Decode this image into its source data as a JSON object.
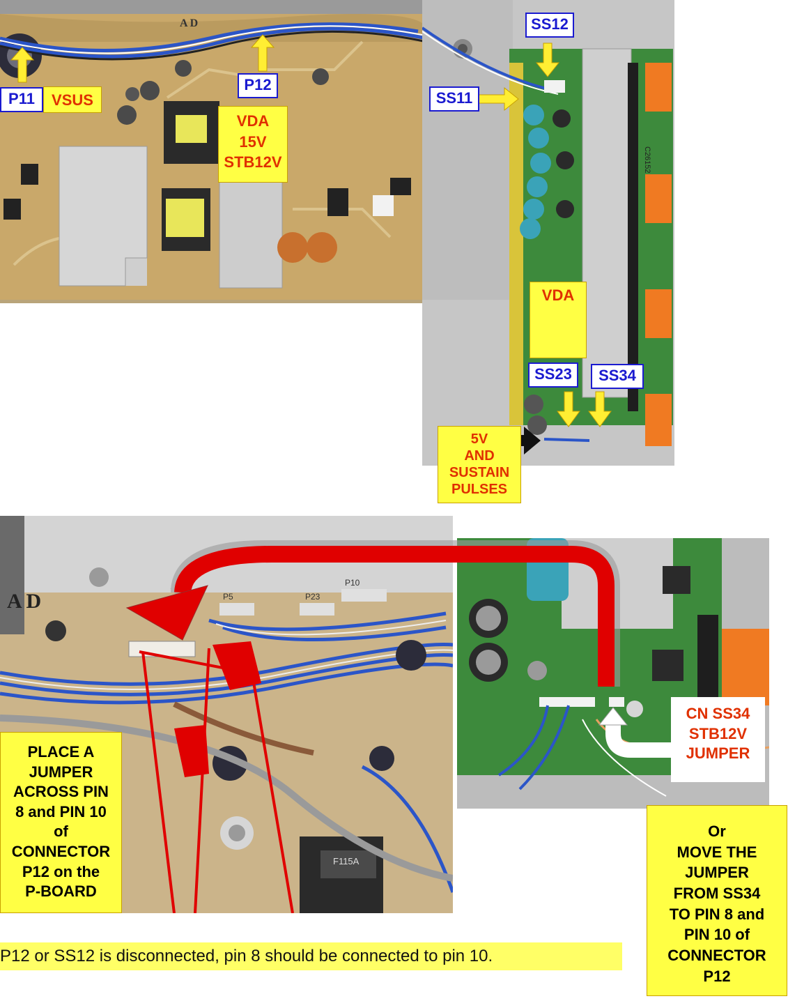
{
  "labels": {
    "p11": "P11",
    "vsus": "VSUS",
    "p12": "P12",
    "vda_group": "VDA\n15V\nSTB12V",
    "ss12": "SS12",
    "ss11": "SS11",
    "vda": "VDA",
    "ss23": "SS23",
    "ss34": "SS34",
    "five_v": "5V\nAND\nSUSTAIN\nPULSES",
    "place_jumper": "PLACE A\nJUMPER\nACROSS PIN\n8 and PIN 10\nof\nCONNECTOR\nP12 on the\nP-BOARD",
    "cn_ss34": "CN SS34\nSTB12V\nJUMPER",
    "move_jumper": "Or\nMOVE THE\nJUMPER\nFROM SS34\nTO PIN 8 and\nPIN 10 of\nCONNECTOR\nP12",
    "bottom_note": "P12 or SS12 is disconnected, pin 8 should be connected to pin 10."
  },
  "photo_text": {
    "ad_top": "A D",
    "ad_bottom": "A D",
    "c26152": "C26152",
    "f115a": "F115A",
    "p10": "P10",
    "p5": "P5",
    "p23": "P23"
  },
  "colors": {
    "label_yellow": "#ffff44",
    "label_red_text": "#e03000",
    "label_blue": "#1a1ad0",
    "arrow_yellow": "#ffee33",
    "arrow_red": "#e00000",
    "pcb_tan": "#c9a86a",
    "pcb_green": "#3d8a3c",
    "heatsink_gray": "#c8c8c8",
    "wire_blue": "#2b55c8"
  }
}
